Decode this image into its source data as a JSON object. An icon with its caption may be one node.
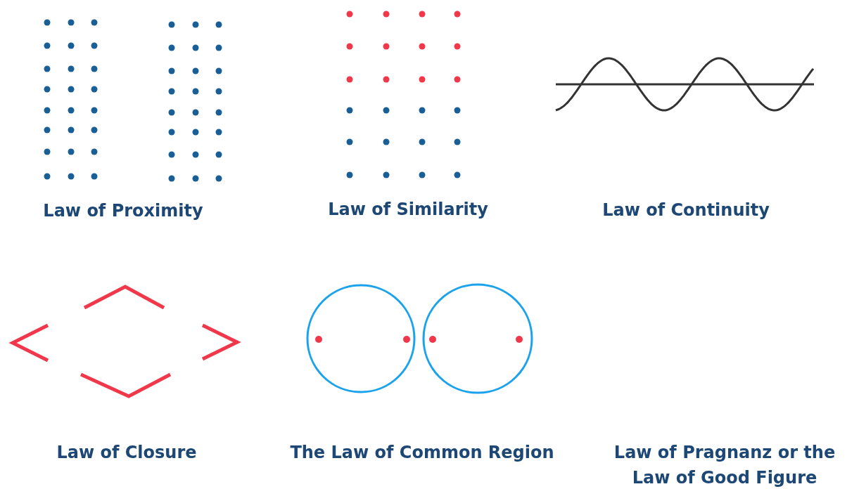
{
  "diagram": {
    "labels": [
      "Law of Proximity",
      "Law of Similarity",
      "Law of Continuity",
      "Law of Closure",
      "The Law of Common Region",
      "Law of Pragnanz or the Law of Good Figure"
    ]
  }
}
